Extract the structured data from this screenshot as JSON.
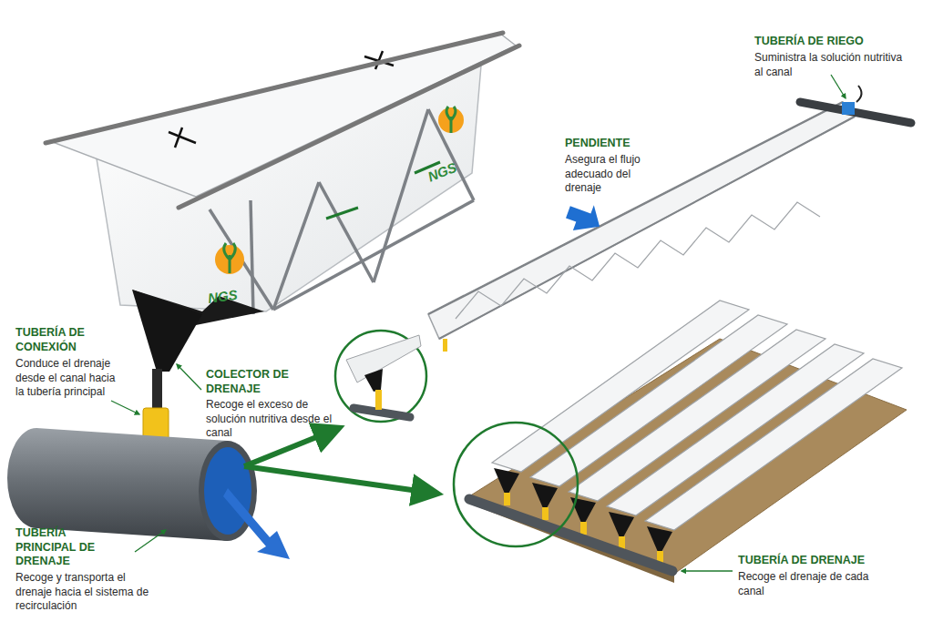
{
  "diagram": {
    "labels": [
      "TUBERÍA DE RIEGO",
      "Suministra la solución nutritiva al canal",
      "PENDIENTE",
      "Asegura el flujo adecuado del drenaje",
      "TUBERÍA DE CONEXIÓN",
      "Conduce el drenaje desde el canal hacia la tubería principal",
      "COLECTOR DE DRENAJE",
      "Recoge el exceso de solución nutritiva desde el canal",
      "TUBERÍA PRINCIPAL DE DRENAJE",
      "Recoge y transporta el drenaje hacia el sistema de recirculación",
      "TUBERÍA DE DRENAJE",
      "Recoge el drenaje de cada canal",
      "NGS",
      "NGS"
    ]
  }
}
